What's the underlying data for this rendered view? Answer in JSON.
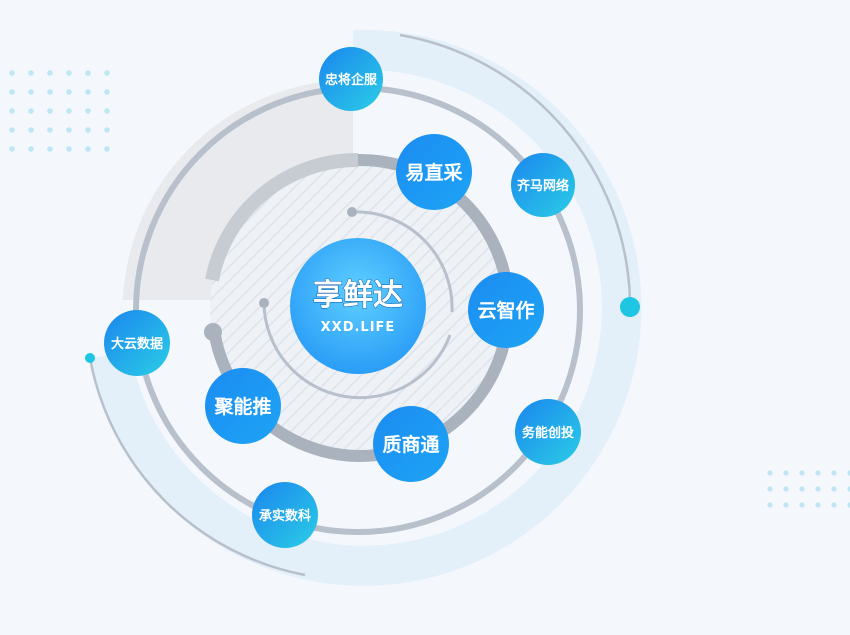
{
  "center": {
    "title": "享鲜达",
    "subtitle": "XXD.LIFE"
  },
  "inner_ring": [
    {
      "name": "易直采",
      "key": "yizhicai"
    },
    {
      "name": "云智作",
      "key": "yunzhizuo"
    },
    {
      "name": "质商通",
      "key": "zhishangtong"
    },
    {
      "name": "聚能推",
      "key": "junengtui"
    }
  ],
  "outer_ring": [
    {
      "name": "忠将企服",
      "key": "zhongjiangqifu"
    },
    {
      "name": "齐马网络",
      "key": "qimawangluo"
    },
    {
      "name": "务能创投",
      "key": "wunengchuangtou"
    },
    {
      "name": "承实数科",
      "key": "chengshishuke"
    },
    {
      "name": "大云数据",
      "key": "dayunshuju"
    }
  ],
  "colors": {
    "background": "#f4f8fc",
    "node_gradient_start": "#1f8ef1",
    "node_gradient_end": "#25c6e6",
    "center_gradient_start": "#2aa9ff",
    "center_gradient_end": "#4fc6ff",
    "ring_gray": "#b8c0cc",
    "light_band": "#e3eff9",
    "accent_dot": "#1ec6e3",
    "dot_grid": "#bfe6f5"
  }
}
